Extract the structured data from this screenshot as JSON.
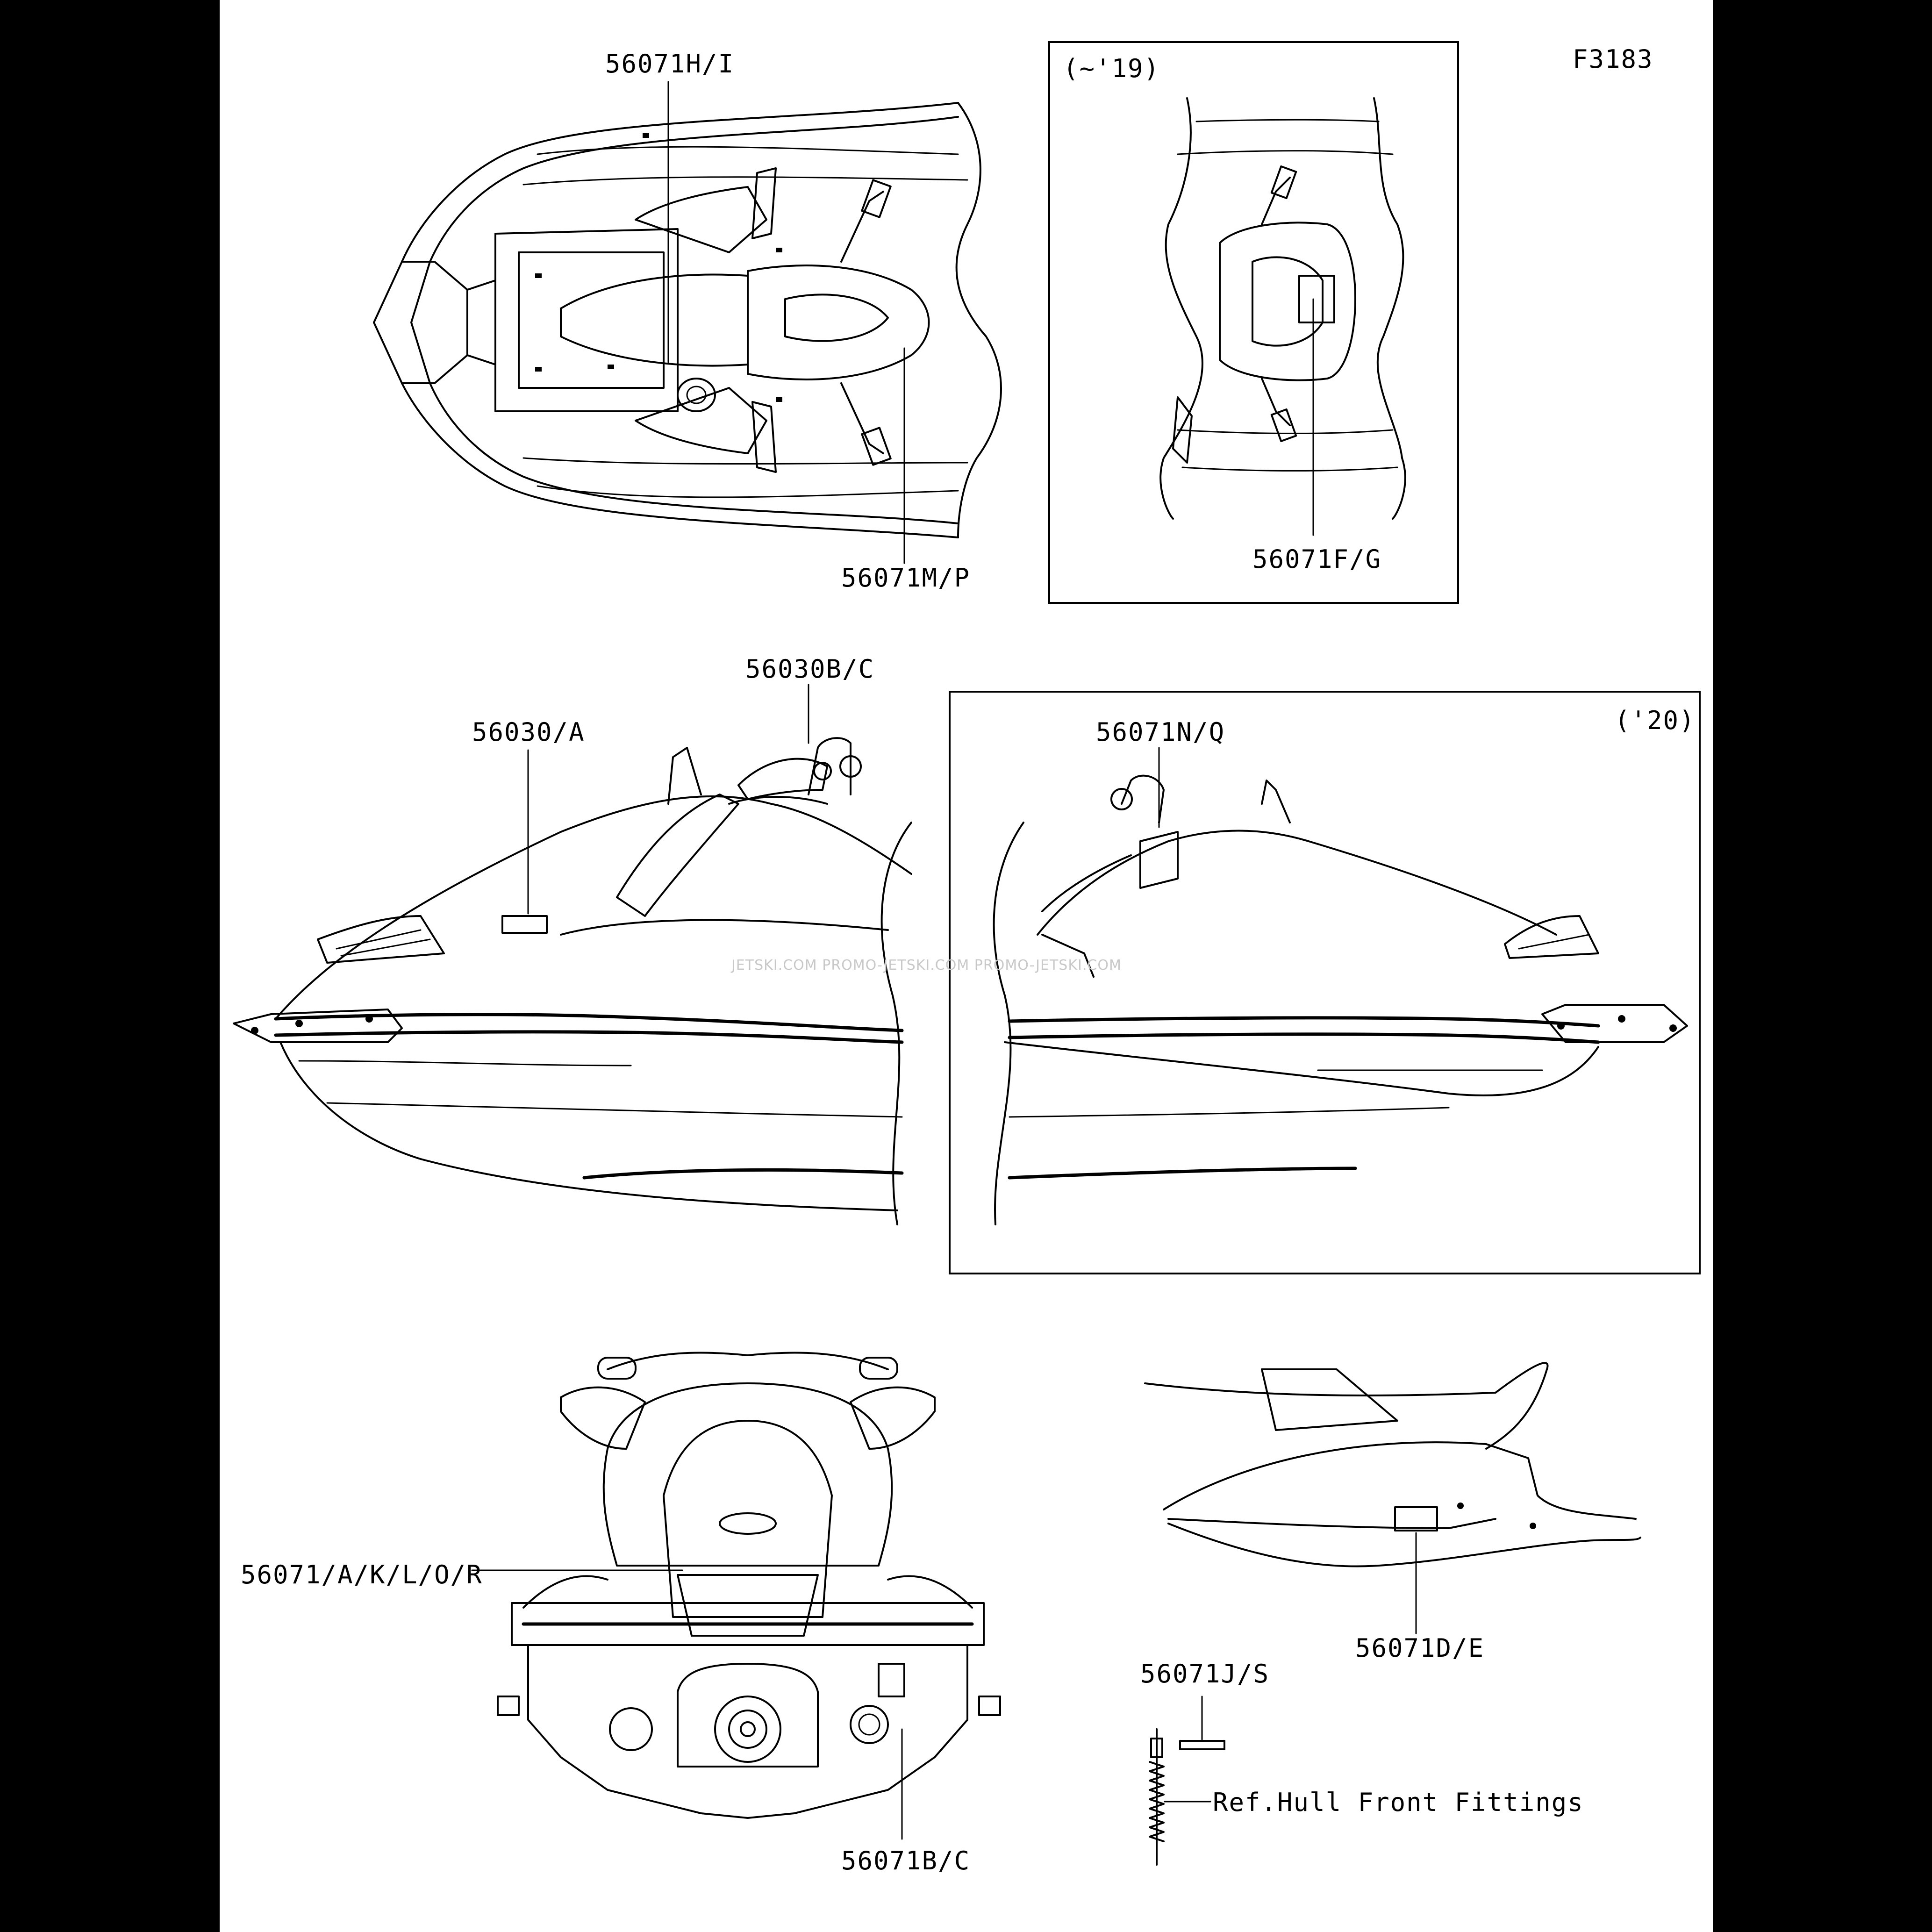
{
  "diagram_id": "F3183",
  "watermark": "JETSKI.COM  PROMO-JETSKI.COM  PROMO-JETSKI.COM",
  "insets": {
    "upto_2019": "(~'19)",
    "year_2020": "('20)"
  },
  "callouts": {
    "c_56071HI": "56071H/I",
    "c_56071MP": "56071M/P",
    "c_56071FG": "56071F/G",
    "c_56030BC": "56030B/C",
    "c_56030A": "56030/A",
    "c_56071NQ": "56071N/Q",
    "c_56071AKLOR": "56071/A/K/L/O/R",
    "c_56071DE": "56071D/E",
    "c_56071JS": "56071J/S",
    "c_ref_hull": "Ref.Hull Front Fittings",
    "c_56071BC": "56071B/C"
  }
}
